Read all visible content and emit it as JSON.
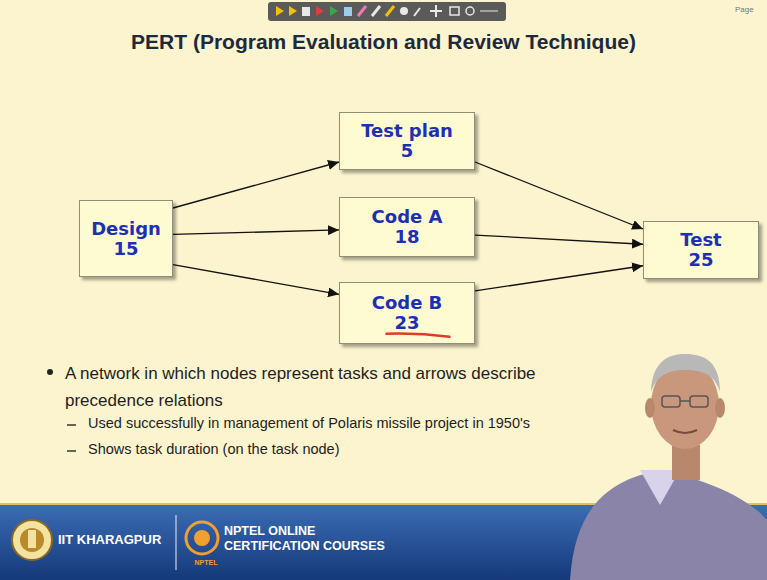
{
  "diagram": {
    "title": "PERT (Program Evaluation and Review Technique)",
    "nodes": [
      {
        "text": [
          "Design",
          "15"
        ]
      },
      {
        "text": [
          "Test plan",
          "5"
        ]
      },
      {
        "text": [
          "Code A",
          "18"
        ]
      },
      {
        "text": [
          "Code B",
          "23"
        ]
      },
      {
        "text": [
          "Test",
          "25"
        ]
      }
    ],
    "edges": [
      {
        "from": 0,
        "to": 1,
        "arrow": "to"
      },
      {
        "from": 0,
        "to": 2,
        "arrow": "to"
      },
      {
        "from": 0,
        "to": 3,
        "arrow": "to"
      },
      {
        "from": 1,
        "to": 4,
        "arrow": "to"
      },
      {
        "from": 2,
        "to": 4,
        "arrow": "to"
      },
      {
        "from": 3,
        "to": 4,
        "arrow": "to"
      }
    ],
    "labels": [
      "A network in which nodes represent tasks and arrows describe precedence relations",
      "Used successfully in management of Polaris missile project in 1950's",
      "Shows task duration (on the task node)",
      "IIT KHARAGPUR",
      "NPTEL ONLINE CERTIFICATION COURSES",
      "NPTEL",
      "Page"
    ]
  }
}
